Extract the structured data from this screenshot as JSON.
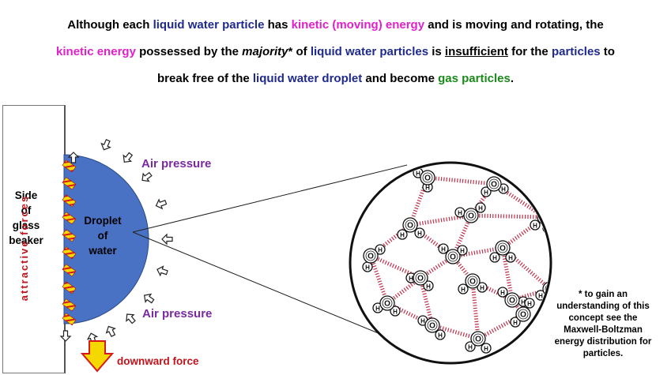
{
  "caption": {
    "line1": {
      "p1": "Although each ",
      "p2": "liquid water particle",
      "p3": " has ",
      "p4": "kinetic",
      "p5": " (",
      "p6": "moving",
      "p7": ") ",
      "p8": "energy",
      "p9": " and is moving and rotating, the"
    },
    "line2": {
      "p1": "kinetic energy",
      "p2": " possessed by the ",
      "p3": "majority",
      "p4": "* of ",
      "p5": "liquid water particles",
      "p6": " is ",
      "p7": "insufficient",
      "p8": " for the ",
      "p9": "particles",
      "p10": " to"
    },
    "line3": {
      "p1": "break free of the ",
      "p2": "liquid water droplet",
      "p3": " and become ",
      "p4": "gas particles",
      "p5": "."
    }
  },
  "beaker": {
    "line1": "Side",
    "line2": "of",
    "line3": "glass",
    "line4": "beaker"
  },
  "attractive_label": "attractive forces",
  "droplet": {
    "line1": "Droplet",
    "line2": "of",
    "line3": "water"
  },
  "air_pressure_top": "Air pressure",
  "air_pressure_bottom": "Air pressure",
  "downward_label": "downward force",
  "footnote": {
    "line1": "* to gain an",
    "line2": "understanding  of this",
    "line3": "concept see the",
    "line4": "Maxwell-Boltzman",
    "line5": "energy distribution  for",
    "line6": "particles."
  },
  "atoms": {
    "oxygen": "O",
    "hydrogen": "H"
  },
  "colors": {
    "droplet": "#4a72c4",
    "force_bar": "#f5d800",
    "force_stripe": "#d81818",
    "hbond": "#c0304a",
    "arrow_down_fill": "#f5d800",
    "arrow_down_stroke": "#d81818"
  }
}
